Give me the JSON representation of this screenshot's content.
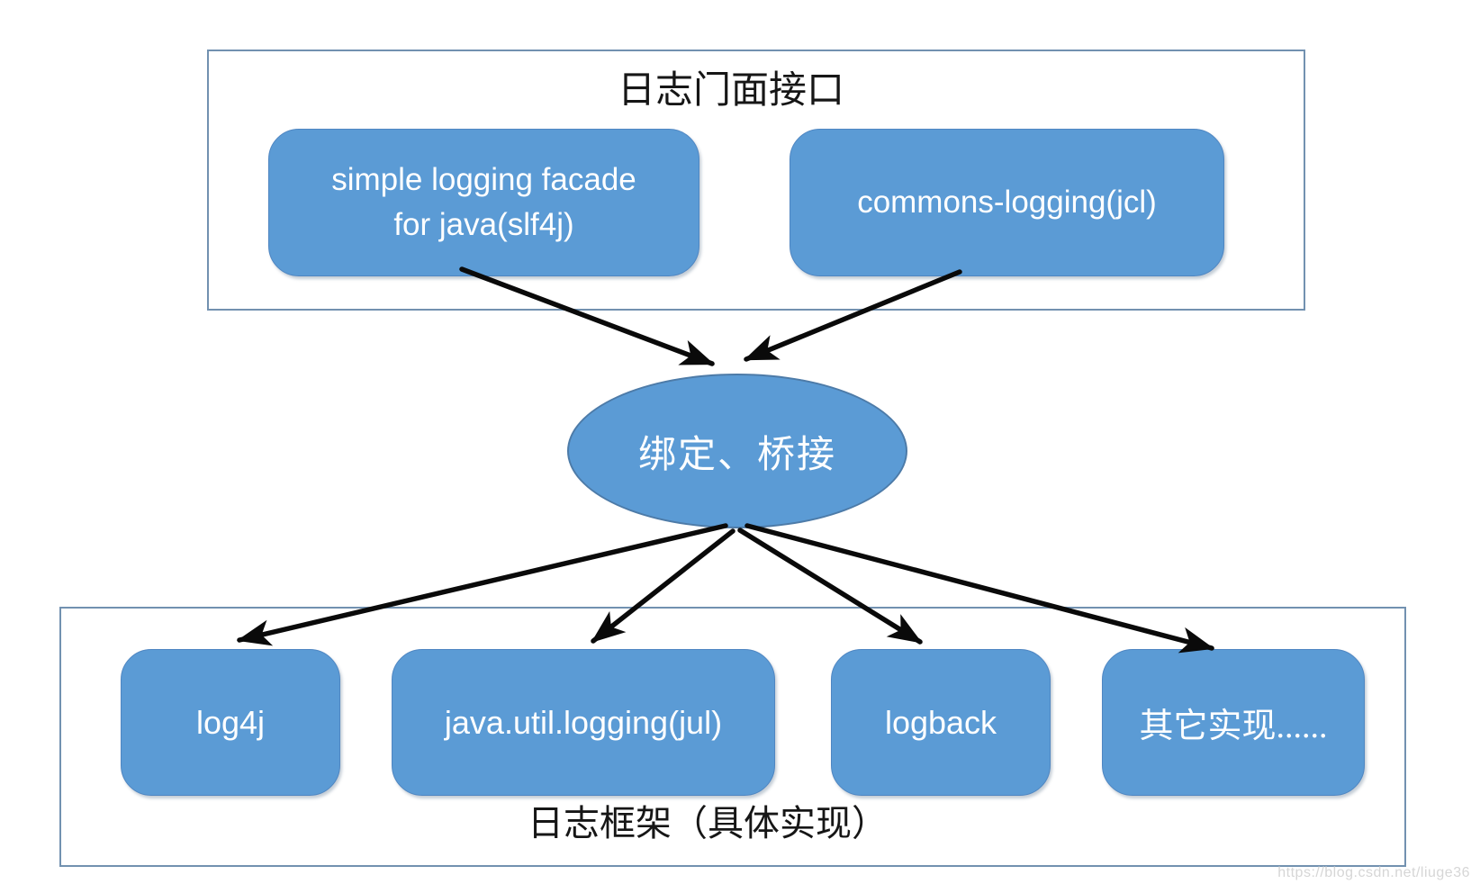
{
  "diagram": {
    "facade_section": {
      "title": "日志门面接口",
      "nodes": [
        {
          "label": "simple logging facade for java(slf4j)"
        },
        {
          "label": "commons-logging(jcl)"
        }
      ]
    },
    "binding_node": {
      "label": "绑定、桥接"
    },
    "implementation_section": {
      "title": "日志框架（具体实现）",
      "nodes": [
        {
          "label": "log4j"
        },
        {
          "label": "java.util.logging(jul)"
        },
        {
          "label": "logback"
        },
        {
          "label": "其它实现......"
        }
      ]
    },
    "watermark": "https://blog.csdn.net/liuge36"
  },
  "colors": {
    "node_fill": "#5b9bd5",
    "node_border": "#4f86c2",
    "container_border": "#7291b0",
    "arrow": "#0a0a0a",
    "watermark_text": "#d6d6d6",
    "title_text": "#161616"
  }
}
